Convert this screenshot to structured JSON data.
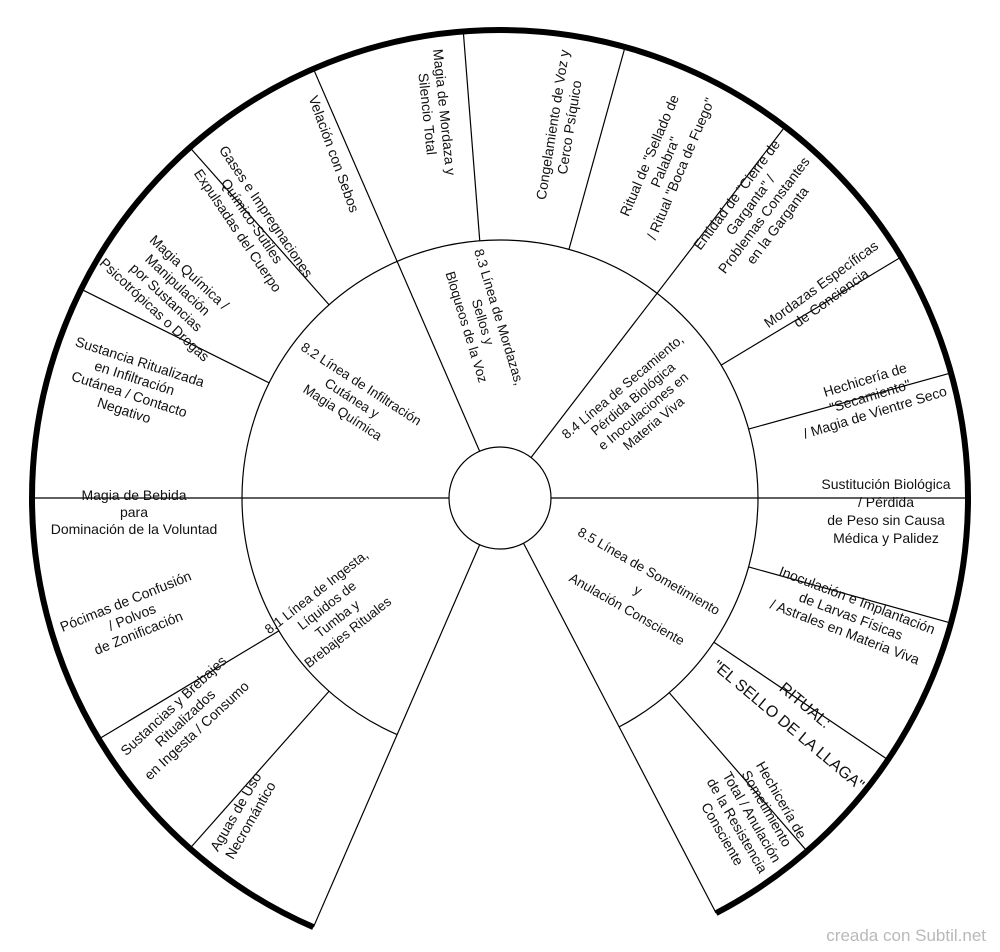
{
  "wheel": {
    "center_label": "",
    "lines": [
      {
        "id": "8.1",
        "label": [
          "8.1 Línea de Ingesta,",
          "Líquidos de",
          "Tumba y",
          "Brebajes Rituales"
        ],
        "items": [
          [
            "Magia de Bebida",
            "para",
            "Dominación de la Voluntad"
          ],
          [
            "Pócimas de Confusión",
            "/ Polvos",
            "de Zonificación"
          ],
          [
            "Sustancias y Brebajes",
            "Ritualizados",
            "en Ingesta / Consumo"
          ],
          [
            "Aguas de Uso",
            "Necromántico"
          ]
        ]
      },
      {
        "id": "8.2",
        "label": [
          "8.2 Línea de Infiltración",
          "Cutánea y",
          "Magia Química"
        ],
        "items": [
          [
            "Sustancia Ritualizada",
            "en Infiltración",
            "Cutánea / Contacto",
            "Negativo"
          ],
          [
            "Magia Química /",
            "Manipulación",
            "por Sustancias",
            "Psicotrópicas o Drogas"
          ],
          [
            "Gases e Impregnaciones",
            "Químico-Sutiles",
            "Expulsadas del Cuerpo"
          ],
          [
            "Velación con Sebos"
          ]
        ]
      },
      {
        "id": "8.3",
        "label": [
          "8.3 Línea de Mordazas,",
          "Sellos y",
          "Bloqueos de la Voz"
        ],
        "items": [
          [
            "Magia de Mordaza y",
            "Silencio Total"
          ],
          [
            "Congelamiento de Voz y",
            "Cerco Psíquico"
          ],
          [
            "Ritual de \"Sellado de",
            "Palabra\"",
            "/ Ritual \"Boca de Fuego\""
          ]
        ]
      },
      {
        "id": "8.4",
        "label": [
          "8.4 Línea de Secamiento,",
          "Pérdida Biológica",
          "e Inoculaciones en",
          "Materia Viva"
        ],
        "items": [
          [
            "Entidad de \"Cierre de",
            "Garganta\" /",
            "Problemas Constantes",
            "en la Garganta"
          ],
          [
            "Mordazas Específicas",
            "de Conciencia"
          ],
          [
            "Hechicería de",
            "\"Secamiento\"",
            "/ Magia de Vientre Seco"
          ],
          [
            "Sustitución Biológica",
            "/ Pérdida",
            "de Peso sin Causa",
            "Médica y Palidez"
          ],
          [
            "Inoculación e Implantación",
            "de Larvas Físicas",
            "/ Astrales en Materia Viva"
          ]
        ]
      },
      {
        "id": "8.5",
        "label": [
          "8.5 Línea de Sometimiento",
          "y",
          "Anulación Consciente"
        ],
        "items": [
          [
            "RITUAL:",
            "\"EL SELLO DE LA LLAGA\""
          ],
          [
            "Hechicería de",
            "Sometimiento",
            "Total / Anulación",
            "de la Resistencia",
            "Consciente"
          ]
        ]
      }
    ]
  },
  "credit": "creada con Subtil.net",
  "colors": {
    "stroke": "#000000",
    "text": "#111111",
    "credit": "#b9b9b9",
    "background": "#ffffff"
  }
}
